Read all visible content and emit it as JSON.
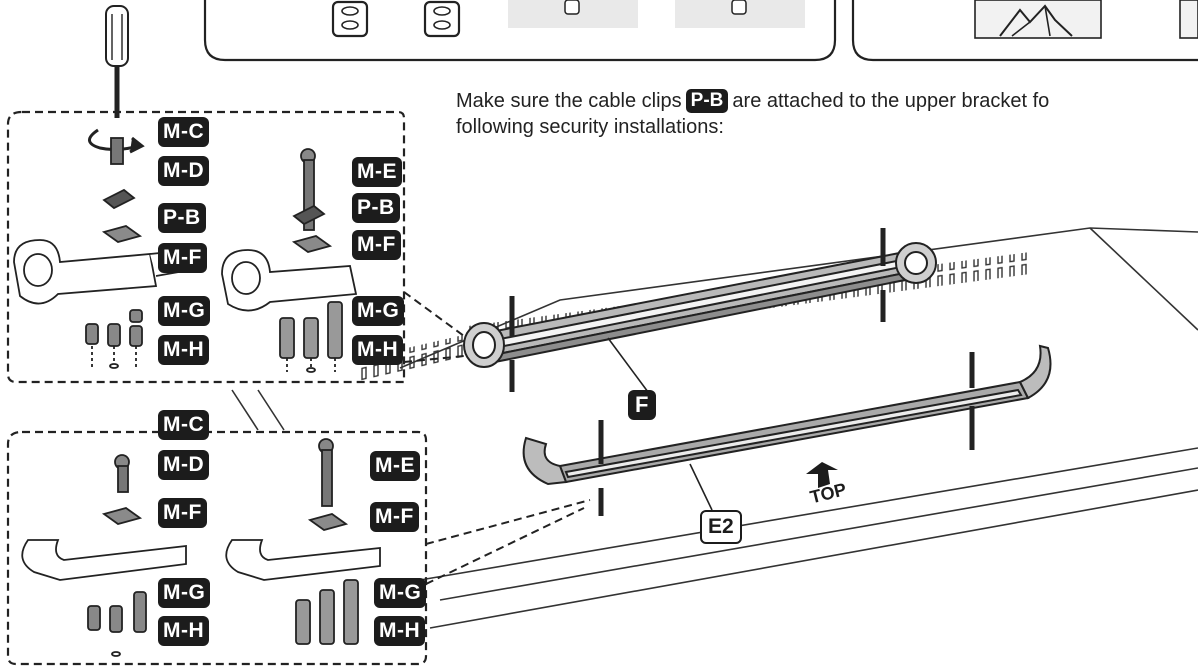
{
  "instruction": {
    "line1_before": "Make sure the cable clips",
    "line1_tag": "P-B",
    "line1_after": "are attached to the upper bracket fo",
    "line2": "following security installations:"
  },
  "upper_left_detail": {
    "labels": [
      "M-C",
      "M-D",
      "P-B",
      "M-F",
      "M-G",
      "M-H"
    ]
  },
  "upper_right_detail": {
    "labels": [
      "M-E",
      "P-B",
      "M-F",
      "M-G",
      "M-H"
    ]
  },
  "lower_left_detail": {
    "labels": [
      "M-C",
      "M-D",
      "M-F",
      "M-G",
      "M-H"
    ]
  },
  "lower_right_detail": {
    "labels": [
      "M-E",
      "M-F",
      "M-G",
      "M-H"
    ]
  },
  "main": {
    "upper_bracket_label": "F",
    "lower_bracket_label": "E2",
    "direction_label": "TOP"
  }
}
